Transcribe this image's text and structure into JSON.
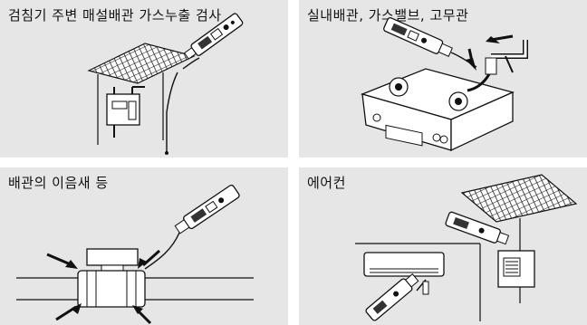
{
  "panels": [
    {
      "caption": "검침기 주변 매설배관 가스누출 검사"
    },
    {
      "caption": "실내배관, 가스밸브, 고무관"
    },
    {
      "caption": "배관의 이음새 등"
    },
    {
      "caption": "에어컨"
    }
  ]
}
